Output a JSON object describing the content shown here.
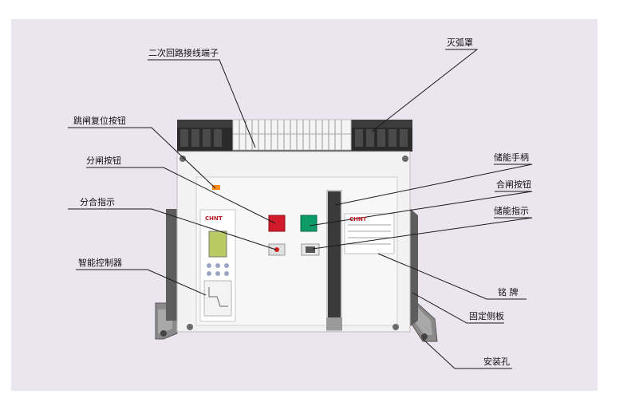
{
  "diagram": {
    "brand_logo": "CHNT",
    "labels": {
      "secondary_terminal": "二次回路接线端子",
      "trip_reset_button": "跳闸复位按钮",
      "open_button": "分闸按钮",
      "on_off_indicator": "分合指示",
      "intelligent_controller": "智能控制器",
      "arc_chute": "灭弧罩",
      "energy_handle": "储能手柄",
      "close_button": "合闸按钮",
      "energy_indicator": "储能指示",
      "nameplate": "铭 牌",
      "fixed_side_plate": "固定侧板",
      "mounting_hole": "安装孔"
    },
    "colors": {
      "panel_bg": "#ebe5f0",
      "breaker_body": "#f2f2f2",
      "open_button": "#d11a2a",
      "close_button": "#0f9a6a",
      "handle": "#3a3a3a"
    }
  }
}
